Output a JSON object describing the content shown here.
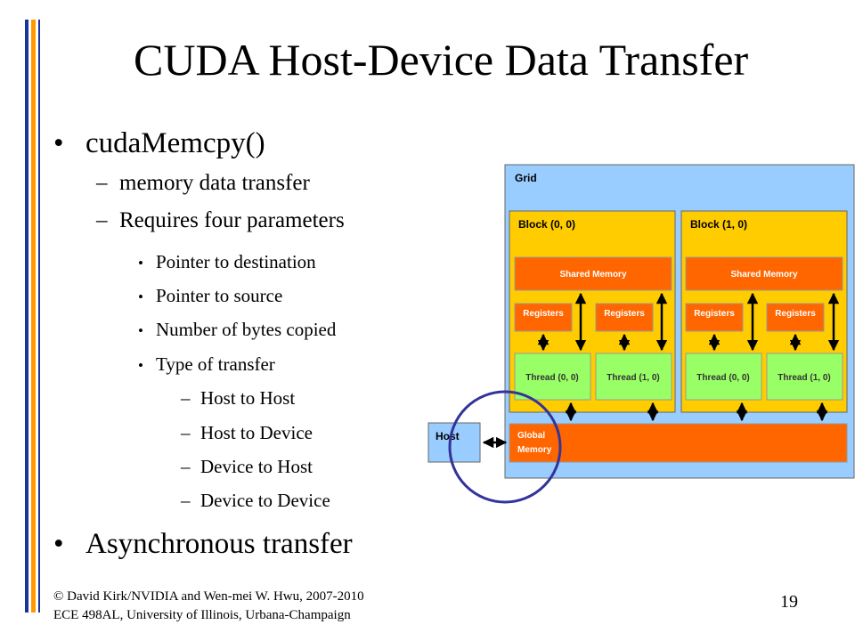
{
  "title": "CUDA Host-Device Data Transfer",
  "bullets": {
    "b1": "cudaMemcpy()",
    "b1_sub1": "memory data transfer",
    "b1_sub2": "Requires four parameters",
    "params": [
      "Pointer to destination",
      "Pointer to source",
      "Number of bytes copied",
      "Type of transfer"
    ],
    "transfer_types": [
      "Host to Host",
      "Host to Device",
      "Device to Host",
      "Device to Device"
    ],
    "b2": "Asynchronous transfer"
  },
  "footer": {
    "line1": "© David Kirk/NVIDIA and Wen-mei W. Hwu, 2007-2010",
    "line2": "ECE 498AL, University of Illinois, Urbana-Champaign"
  },
  "page_number": "19",
  "diagram": {
    "grid_label": "Grid",
    "blocks": [
      {
        "label": "Block (0, 0)",
        "shared": "Shared Memory",
        "registers": [
          "Registers",
          "Registers"
        ],
        "threads": [
          "Thread (0, 0)",
          "Thread (1, 0)"
        ]
      },
      {
        "label": "Block (1, 0)",
        "shared": "Shared Memory",
        "registers": [
          "Registers",
          "Registers"
        ],
        "threads": [
          "Thread (0, 0)",
          "Thread (1, 0)"
        ]
      }
    ],
    "host_label": "Host",
    "global_label_1": "Global",
    "global_label_2": "Memory"
  },
  "colors": {
    "grid": "#99ccff",
    "block": "#ffcc00",
    "memory": "#ff6600",
    "thread": "#99ff66",
    "highlight_circle": "#333399",
    "bar_navy": "#1a3399",
    "bar_orange": "#ff9900"
  }
}
